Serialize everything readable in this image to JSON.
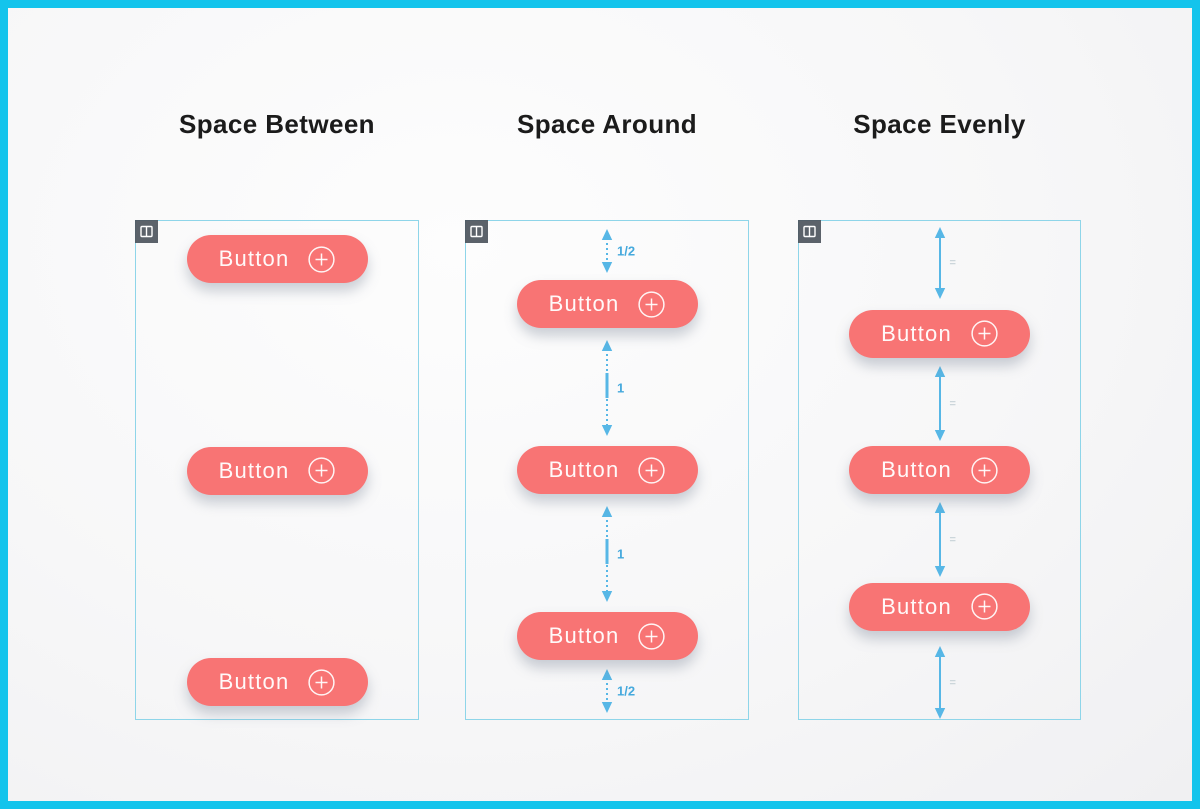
{
  "colors": {
    "page_border_cyan": "#13c4ec",
    "background": "#f7f7f8",
    "heading_text": "#1b1b1b",
    "container_border": "#8ed5e9",
    "badge_background": "#4d555d",
    "button_coral": "#f87474",
    "button_text": "#ffffff",
    "arrow_blue": "#57b7e6",
    "arrow_label_blue": "#45a9dd",
    "equals_label_gray": "#ccd6db"
  },
  "panels": [
    {
      "title": "Space Between",
      "justify_content": "space-between",
      "badge_icon": "columns-icon",
      "buttons": [
        {
          "label": "Button"
        },
        {
          "label": "Button"
        },
        {
          "label": "Button"
        }
      ],
      "arrows": []
    },
    {
      "title": "Space Around",
      "justify_content": "space-around",
      "badge_icon": "columns-icon",
      "buttons": [
        {
          "label": "Button"
        },
        {
          "label": "Button"
        },
        {
          "label": "Button"
        }
      ],
      "arrows": [
        {
          "label": "1/2",
          "style": "dotted"
        },
        {
          "label": "1",
          "style": "dotted"
        },
        {
          "label": "1",
          "style": "dotted"
        },
        {
          "label": "1/2",
          "style": "dotted"
        }
      ]
    },
    {
      "title": "Space Evenly",
      "justify_content": "space-evenly",
      "badge_icon": "columns-icon",
      "buttons": [
        {
          "label": "Button"
        },
        {
          "label": "Button"
        },
        {
          "label": "Button"
        }
      ],
      "arrows": [
        {
          "label": "=",
          "style": "solid"
        },
        {
          "label": "=",
          "style": "solid"
        },
        {
          "label": "=",
          "style": "solid"
        },
        {
          "label": "=",
          "style": "solid"
        }
      ]
    }
  ]
}
